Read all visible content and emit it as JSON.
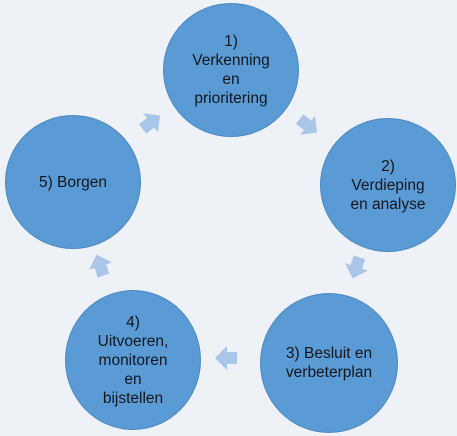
{
  "diagram": {
    "colors": {
      "background": "#eef1f5",
      "node_fill": "#5b9bd5",
      "arrow_fill": "#a9c6e8",
      "text": "#10161d"
    },
    "nodes": [
      {
        "label": "1)\nVerkenning\nen\nprioritering"
      },
      {
        "label": "2)\nVerdieping\nen analyse"
      },
      {
        "label": "3) Besluit en\nverbeterplan"
      },
      {
        "label": "4)\nUitvoeren,\nmonitoren\nen\nbijstellen"
      },
      {
        "label": "5) Borgen"
      }
    ]
  }
}
